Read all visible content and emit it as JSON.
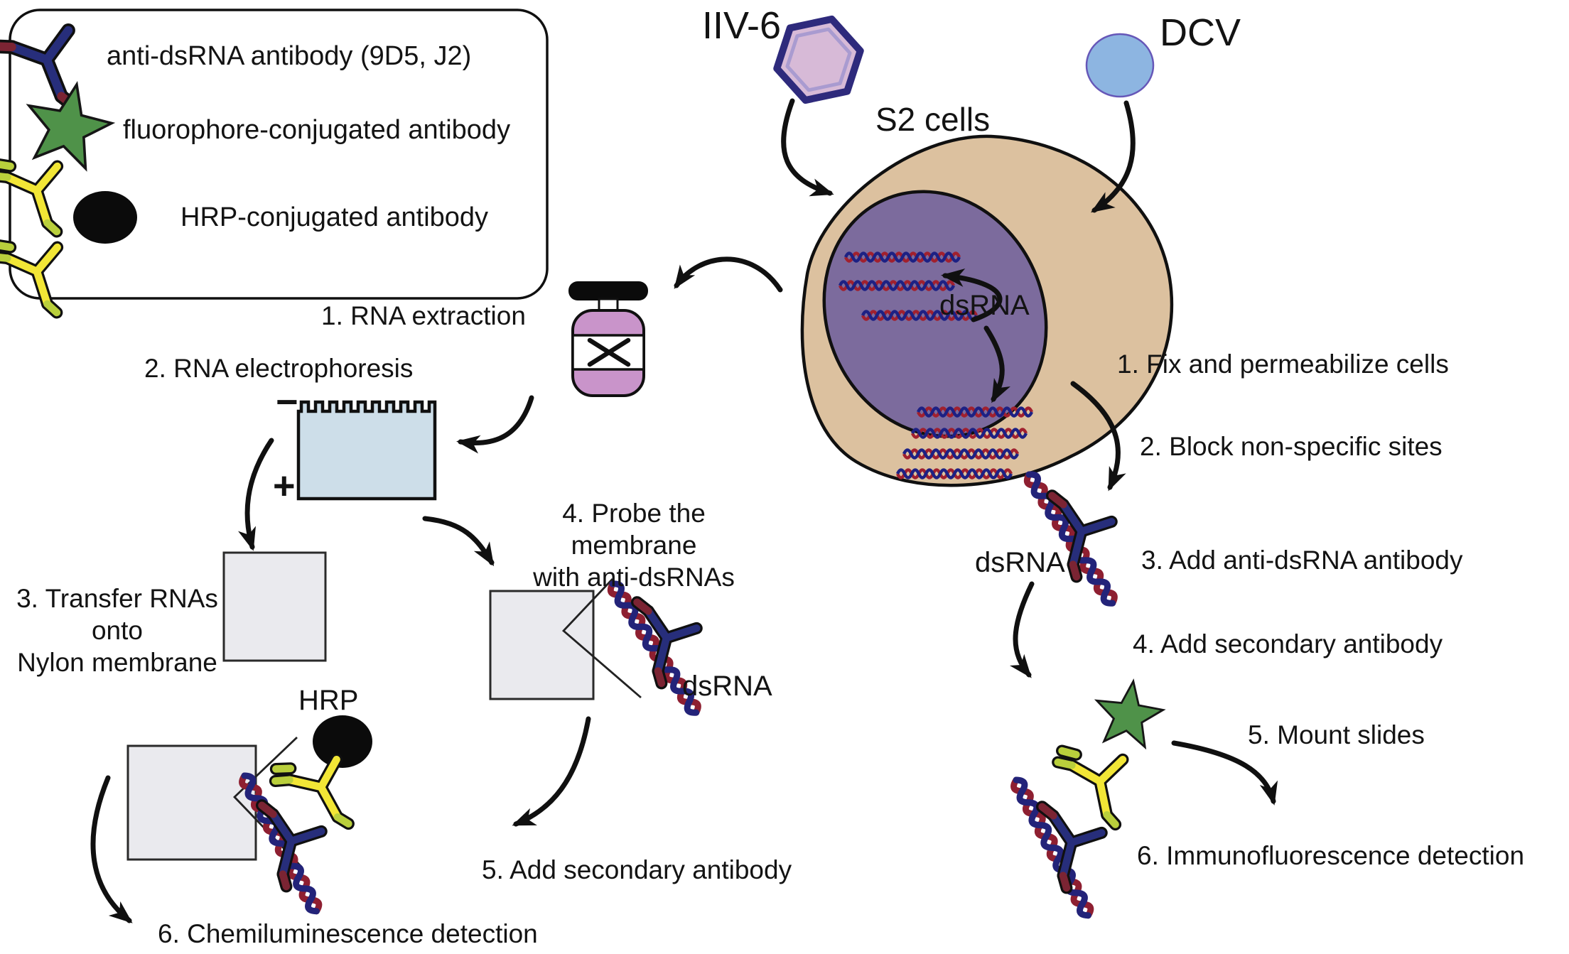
{
  "figure": {
    "title_domain": "dsRNA detection workflow diagram",
    "legend": {
      "items": [
        {
          "icon": "anti-dsrna-antibody-icon",
          "label": "anti-dsRNA antibody (9D5, J2)"
        },
        {
          "icon": "fluorophore-antibody-icon",
          "label": "fluorophore-conjugated antibody"
        },
        {
          "icon": "hrp-antibody-icon",
          "label": "HRP-conjugated antibody"
        }
      ]
    },
    "viruses": {
      "iiv6_label": "IIV-6",
      "dcv_label": "DCV"
    },
    "cell": {
      "label": "S2 cells",
      "dsrna_label": "dsRNA"
    },
    "northern_branch": {
      "step1": "1. RNA extraction",
      "step2": "2. RNA electrophoresis",
      "step3_line1": "3. Transfer RNAs onto",
      "step3_line2": "Nylon membrane",
      "step4_line1": "4. Probe the membrane",
      "step4_line2": "with anti-dsRNAs",
      "step5": "5. Add secondary antibody",
      "step6": "6. Chemiluminescence detection",
      "hrp_label": "HRP",
      "dsrna_label": "dsRNA",
      "gel_negative": "−",
      "gel_positive": "+"
    },
    "immunofluorescence_branch": {
      "step1": "1. Fix and permeabilize cells",
      "step2": "2. Block non-specific sites",
      "step3": "3. Add anti-dsRNA antibody",
      "step4": "4. Add secondary antibody",
      "step5": "5. Mount slides",
      "step6": "6. Immunofluorescence detection",
      "dsrna_label": "dsRNA"
    },
    "colors": {
      "cell_body": "#dcc19f",
      "nucleus": "#7c6b9d",
      "iiv6_fill": "#d7bad7",
      "iiv6_stroke": "#2e2a7c",
      "dcv_fill": "#8db5e1",
      "gel_fill": "#cddee9",
      "membrane_fill": "#eaeaee",
      "tube_fill": "#c994ca",
      "star_green": "#4f9249",
      "antibody_yellow": "#f2e636",
      "antibody_yellow_tip": "#b9cf3c",
      "antibody_blue": "#272e7b",
      "antibody_blue_tip": "#7b2433",
      "rna_red": "#a1202e",
      "rna_blue": "#1d2184",
      "arrow_black": "#101010"
    }
  }
}
